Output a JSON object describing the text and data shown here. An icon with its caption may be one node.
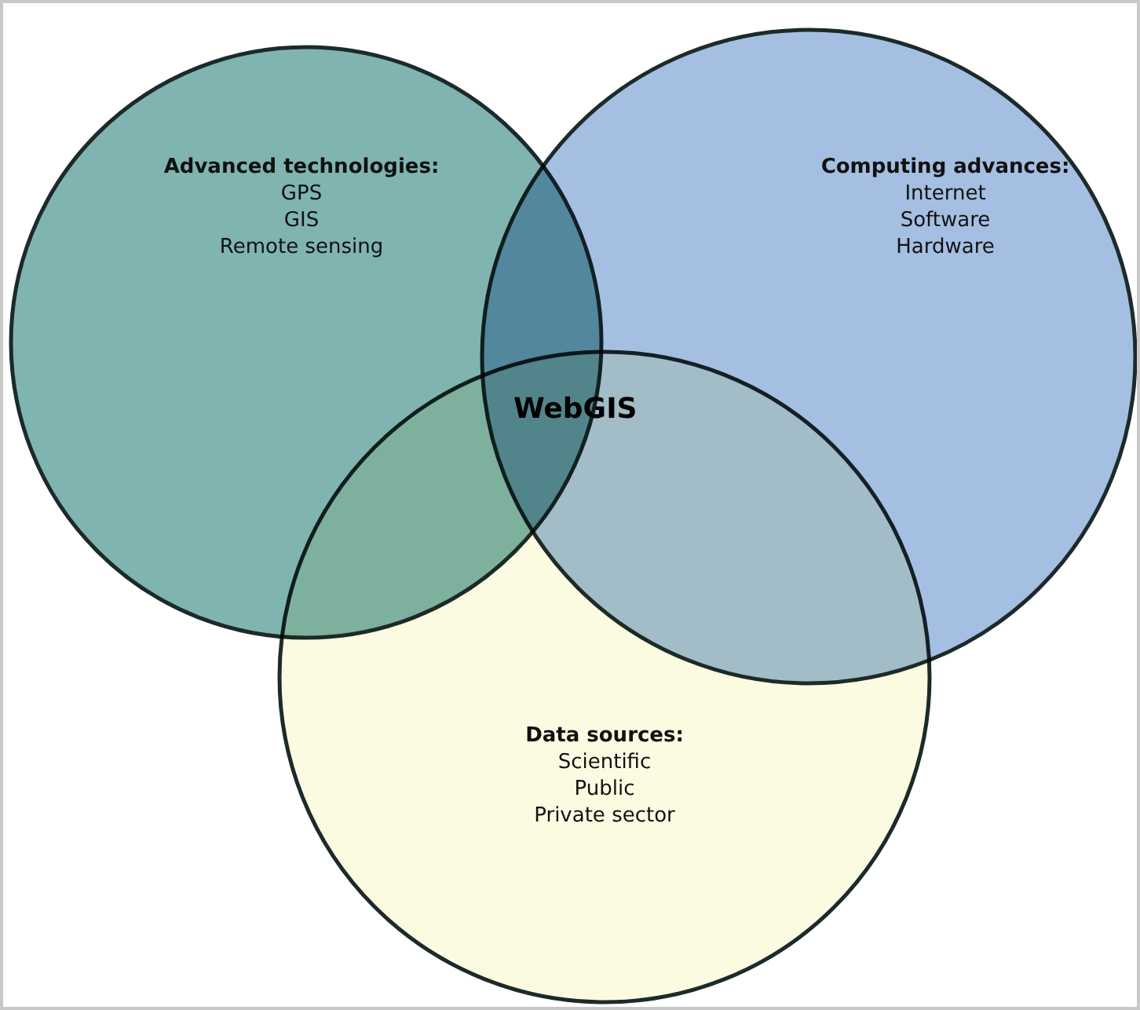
{
  "diagram": {
    "nodes": [
      {
        "text": [
          "Advanced technologies:",
          "GPS",
          "GIS",
          "Remote sensing"
        ]
      },
      {
        "text": [
          "Computing advances:",
          "Internet",
          "Software",
          "Hardware"
        ]
      },
      {
        "text": [
          "Data sources:",
          "Scientific",
          "Public",
          "Private sector"
        ]
      }
    ],
    "labels": [
      "WebGIS"
    ]
  }
}
